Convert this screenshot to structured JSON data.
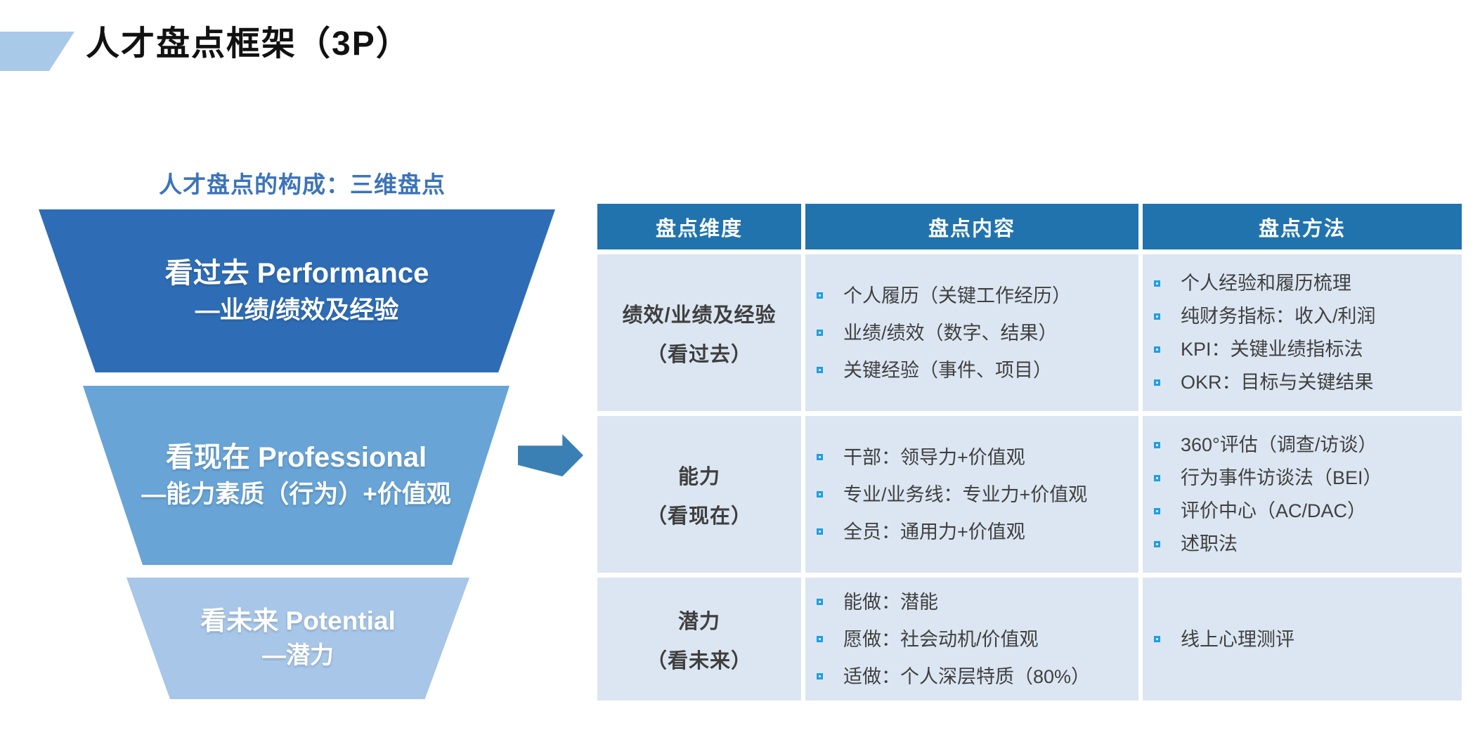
{
  "slide": {
    "title": "人才盘点框架（3P）"
  },
  "funnel": {
    "heading": "人才盘点的构成：三维盘点",
    "levels": [
      {
        "name": "performance",
        "line1": "看过去 Performance",
        "line2": "—业绩/绩效及经验"
      },
      {
        "name": "professional",
        "line1": "看现在 Professional",
        "line2": "—能力素质（行为）+价值观"
      },
      {
        "name": "potential",
        "line1": "看未来 Potential",
        "line2": "—潜力"
      }
    ]
  },
  "table": {
    "headers": [
      "盘点维度",
      "盘点内容",
      "盘点方法"
    ],
    "rows": [
      {
        "dimension": {
          "line1": "绩效/业绩及经验",
          "line2": "（看过去）"
        },
        "content": [
          "个人履历（关键工作经历）",
          "业绩/绩效（数字、结果）",
          "关键经验（事件、项目）"
        ],
        "methods": [
          "个人经验和履历梳理",
          "纯财务指标：收入/利润",
          "KPI：关键业绩指标法",
          "OKR：目标与关键结果"
        ]
      },
      {
        "dimension": {
          "line1": "能力",
          "line2": "（看现在）"
        },
        "content": [
          "干部：领导力+价值观",
          "专业/业务线：专业力+价值观",
          "全员：通用力+价值观"
        ],
        "methods": [
          "360°评估（调查/访谈）",
          "行为事件访谈法（BEI）",
          "评价中心（AC/DAC）",
          "述职法"
        ]
      },
      {
        "dimension": {
          "line1": "潜力",
          "line2": "（看未来）"
        },
        "content": [
          "能做：潜能",
          "愿做：社会动机/价值观",
          "适做：个人深层特质（80%）"
        ],
        "methods": [
          "线上心理测评"
        ]
      }
    ]
  },
  "colors": {
    "title_accent": "#a9c9e9",
    "heading_blue": "#3c74b9",
    "funnel_level_1": "#2e6db6",
    "funnel_level_2": "#68a4d6",
    "funnel_level_3": "#a7c6e8",
    "arrow": "#3a80b4",
    "table_header_bg": "#2173ae",
    "table_cell_bg": "#dce6f2",
    "bullet_outline": "#1f9fe0",
    "body_text": "#404040"
  }
}
